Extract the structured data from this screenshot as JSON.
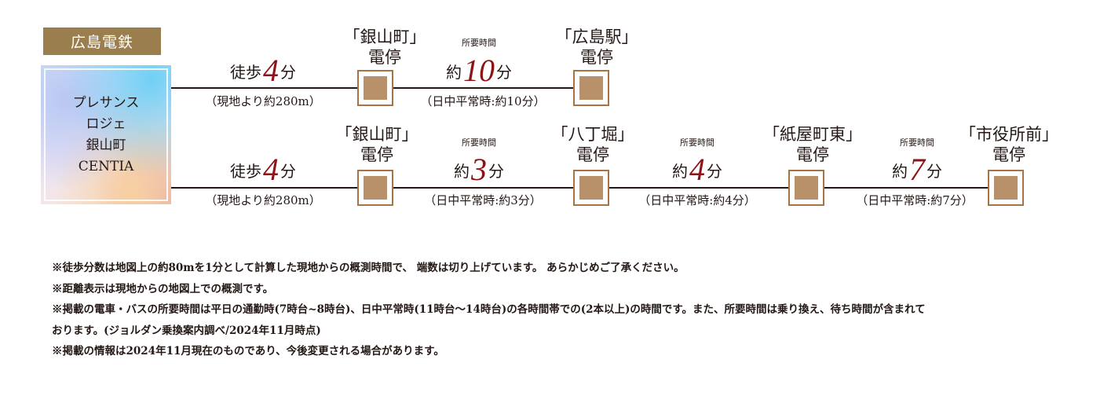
{
  "header": {
    "railway_label": "広島電鉄"
  },
  "origin": {
    "lines": [
      "プレサンス",
      "ロジェ",
      "銀山町",
      "CENTIA"
    ]
  },
  "routes": [
    {
      "walk": {
        "prefix": "徒歩",
        "value": "4",
        "suffix": "分",
        "distance": "（現地より約280m）"
      },
      "stations": [
        {
          "name": "「銀山町」",
          "type": "電停"
        },
        {
          "name": "「広島駅」",
          "type": "電停"
        }
      ],
      "segments": [
        {
          "label": "所要時間",
          "prefix": "約",
          "value": "10",
          "suffix": "分",
          "note": "（日中平常時:約10分）"
        }
      ]
    },
    {
      "walk": {
        "prefix": "徒歩",
        "value": "4",
        "suffix": "分",
        "distance": "（現地より約280m）"
      },
      "stations": [
        {
          "name": "「銀山町」",
          "type": "電停"
        },
        {
          "name": "「八丁堀」",
          "type": "電停"
        },
        {
          "name": "「紙屋町東」",
          "type": "電停"
        },
        {
          "name": "「市役所前」",
          "type": "電停"
        }
      ],
      "segments": [
        {
          "label": "所要時間",
          "prefix": "約",
          "value": "3",
          "suffix": "分",
          "note": "（日中平常時:約3分）"
        },
        {
          "label": "所要時間",
          "prefix": "約",
          "value": "4",
          "suffix": "分",
          "note": "（日中平常時:約4分）"
        },
        {
          "label": "所要時間",
          "prefix": "約",
          "value": "7",
          "suffix": "分",
          "note": "（日中平常時:約7分）"
        }
      ]
    }
  ],
  "notes": [
    "※徒歩分数は地図上の約80mを1分として計算した現地からの概測時間で、 端数は切り上げています。 あらかじめご了承ください。",
    "※距離表示は現地からの地図上での概測です。",
    "※掲載の電車・バスの所要時間は平日の通勤時(7時台~8時台)、日中平常時(11時台～14時台)の各時間帯での(2本以上)の時間です。また、所要時間は乗り換え、待ち時間が含まれて",
    "おります。(ジョルダン乗換案内調べ/2024年11月時点)",
    "※掲載の情報は2024年11月現在のものであり、今後変更される場合があります。"
  ],
  "colors": {
    "badge_bg": "#9b7e4e",
    "accent_number": "#8c1418",
    "station_border": "#a77443",
    "station_fill": "#b8916a"
  }
}
